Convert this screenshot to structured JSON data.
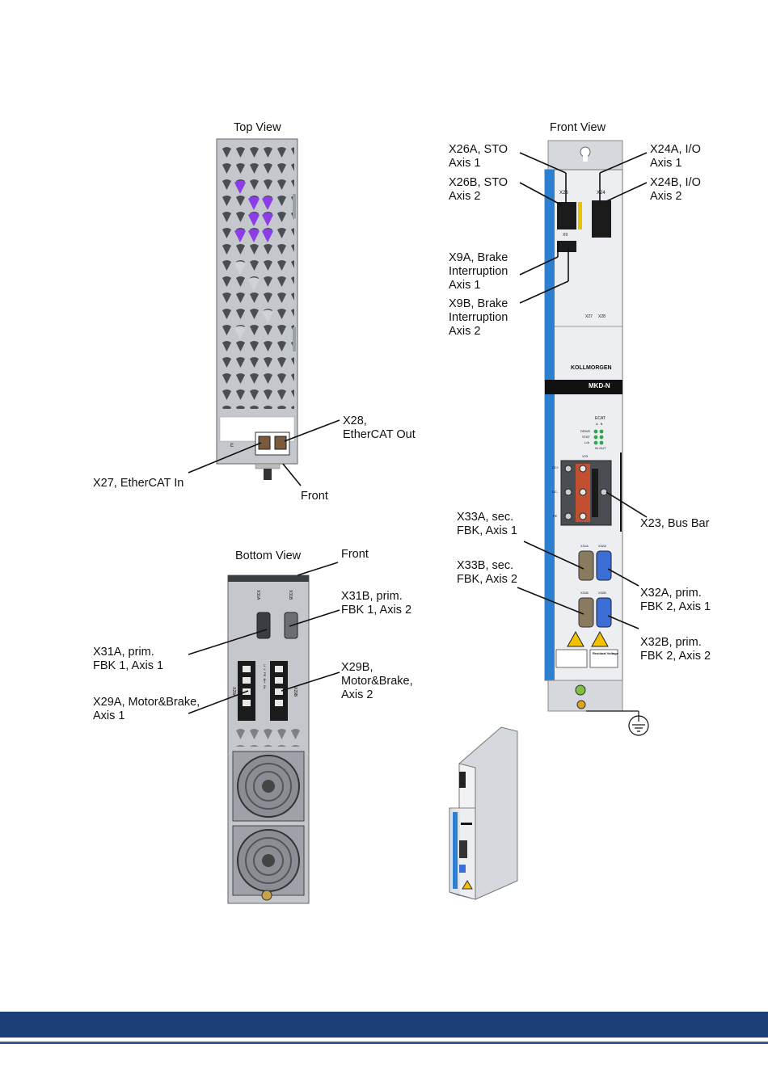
{
  "views": {
    "top": "Top View",
    "front": "Front View",
    "bottom": "Bottom View"
  },
  "labels": {
    "x26a": "X26A, STO\nAxis 1",
    "x26b": "X26B, STO\nAxis 2",
    "x24a": "X24A, I/O\nAxis 1",
    "x24b": "X24B, I/O\nAxis 2",
    "x9a": "X9A, Brake\nInterruption\nAxis 1",
    "x9b": "X9B, Brake\nInterruption\nAxis 2",
    "x28": "X28,\nEtherCAT Out",
    "x27": "X27, EtherCAT In",
    "front_top": "Front",
    "front_bottom": "Front",
    "x33a": "X33A, sec.\nFBK, Axis 1",
    "x33b": "X33B, sec.\nFBK, Axis 2",
    "x23": "X23, Bus Bar",
    "x32a": "X32A, prim.\nFBK 2, Axis 1",
    "x32b": "X32B, prim.\nFBK 2, Axis 2",
    "x31b": "X31B, prim.\nFBK 1, Axis 2",
    "x31a": "X31A, prim.\nFBK 1, Axis 1",
    "x29a": "X29A, Motor&Brake,\nAxis 1",
    "x29b": "X29B,\nMotor&Brake,\nAxis 2"
  },
  "device": {
    "brand": "KOLLMORGEN",
    "model": "MKD-N",
    "x26": "X26",
    "x24": "X24",
    "x9": "X9",
    "x27": "X27",
    "x28": "X28",
    "ecat": "ECAT",
    "ab": "A   B",
    "drive": "DRIVE",
    "stat": "STAT",
    "lk": "L/A",
    "inout": "IN OUT",
    "x23": "X23",
    "dcp": "DC+",
    "dcm": "DC-",
    "pe": "PE",
    "x31a": "X31A",
    "x32a": "X32A",
    "x31b": "X31B",
    "x32b": "X32B",
    "residual": "Residual Voltage",
    "x31a_b": "X31A",
    "x31b_b": "X31B",
    "x29a_b": "X29A",
    "x29b_b": "X29B",
    "terminals": "U  V  PE  Br+  Br-"
  },
  "colors": {
    "footer_band": "#1d3f78",
    "footer_line": "#2f5a9e",
    "housing": "#c9ccd1",
    "front_panel": "#eceef1",
    "blue_stripe": "#2f7fd0",
    "black_band": "#111111"
  }
}
